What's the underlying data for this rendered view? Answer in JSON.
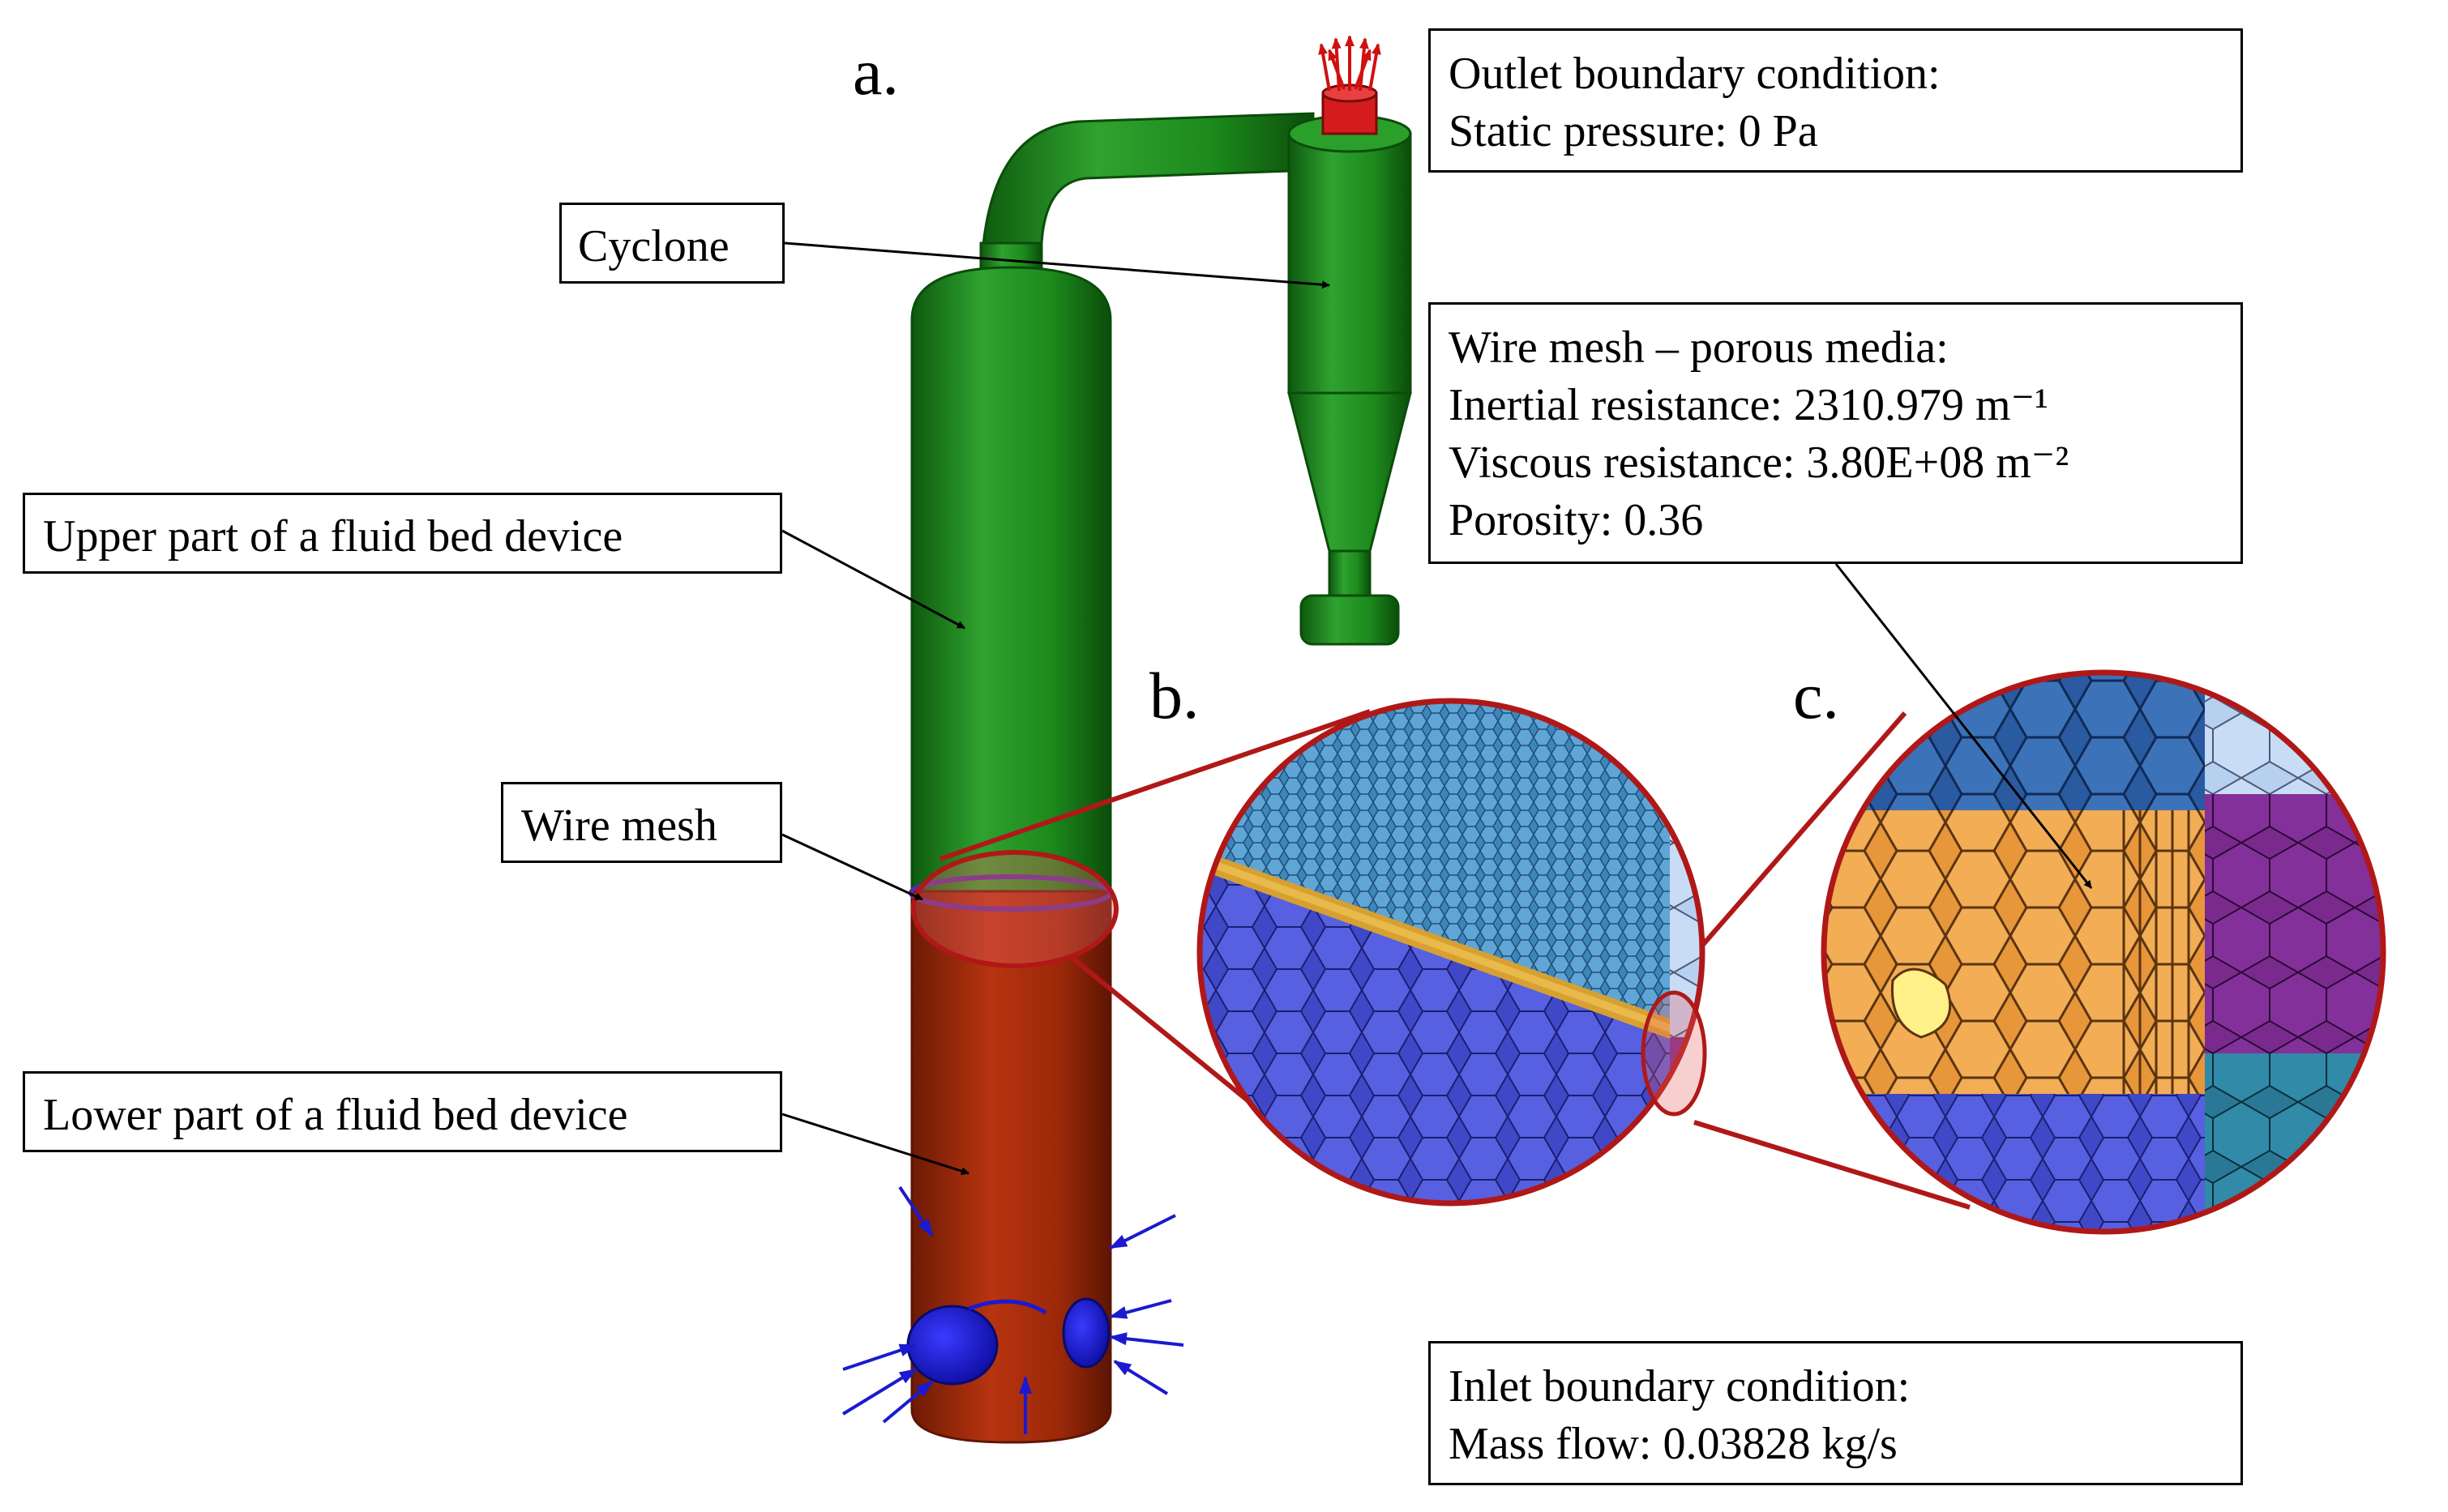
{
  "panel_labels": {
    "a": "a.",
    "b": "b.",
    "c": "c."
  },
  "callouts": {
    "cyclone": "Cyclone",
    "upper_part": "Upper part of a fluid bed device",
    "wire_mesh": "Wire mesh",
    "lower_part": "Lower part of a fluid bed device"
  },
  "outlet": {
    "title": "Outlet boundary condition:",
    "pressure": "Static pressure: 0 Pa"
  },
  "porous": {
    "title": "Wire mesh – porous media:",
    "inertial": "Inertial resistance: 2310.979 m⁻¹",
    "viscous": "Viscous resistance: 3.80E+08 m⁻²",
    "porosity": "Porosity: 0.36"
  },
  "inlet": {
    "title": "Inlet boundary condition:",
    "mass_flow": "Mass flow: 0.03828 kg/s"
  },
  "colors": {
    "upper_green": "#1e8a1e",
    "lower_red": "#a42a0a",
    "inlet_blue": "#1a1ad0",
    "outlet_red": "#d01010",
    "zoom_frame": "#b01818",
    "mesh_orange": "#e8963a",
    "mesh_blue": "#3a4cc0",
    "mesh_teal": "#2a7896",
    "mesh_purple": "#7a2a8c"
  }
}
